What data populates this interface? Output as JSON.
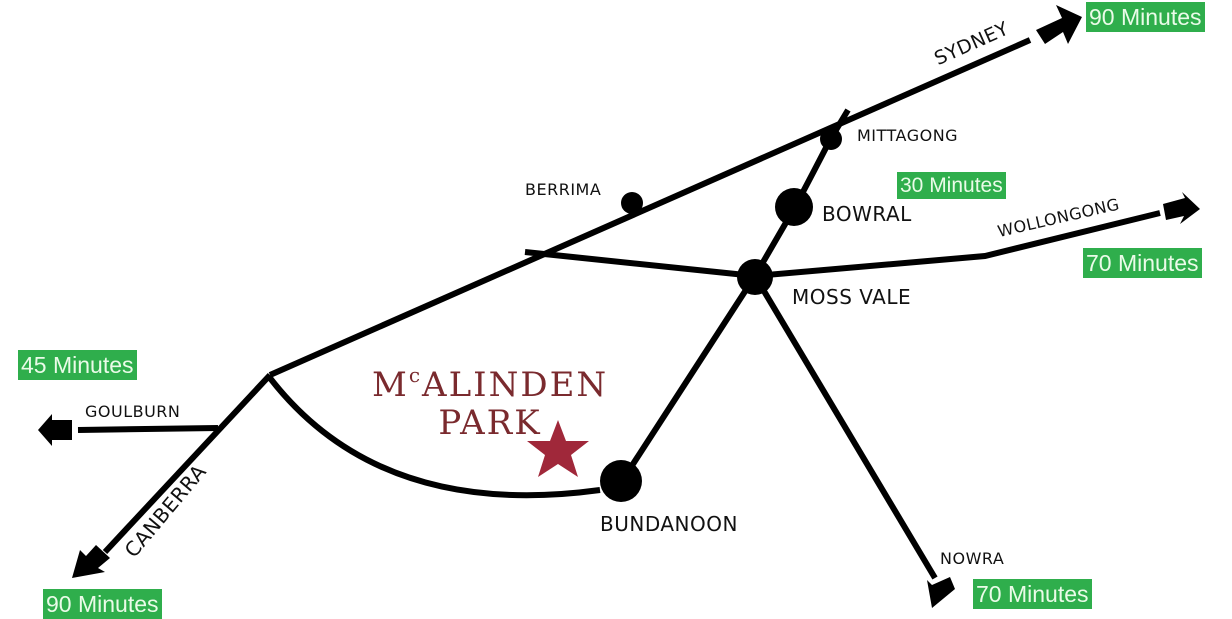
{
  "brand": {
    "line1_prefix": "M",
    "line1_super": "c",
    "line1_rest": "ALINDEN",
    "line2": "PARK",
    "color": "#7a2a2e",
    "marker": "star-icon"
  },
  "towns": {
    "berrima": "BERRIMA",
    "mittagong": "MITTAGONG",
    "bowral": "BOWRAL",
    "moss_vale": "MOSS VALE",
    "bundanoon": "BUNDANOON"
  },
  "destinations": {
    "sydney": {
      "label": "SYDNEY",
      "time": "90 Minutes"
    },
    "wollongong": {
      "label": "WOLLONGONG",
      "time": "70 Minutes"
    },
    "nowra": {
      "label": "NOWRA",
      "time": "70 Minutes"
    },
    "goulburn": {
      "label": "GOULBURN",
      "time": "45 Minutes"
    },
    "canberra": {
      "label": "CANBERRA",
      "time": "90 Minutes"
    },
    "bowral": {
      "time": "30 Minutes"
    }
  },
  "colors": {
    "badge": "#2fae4c",
    "road": "#000000",
    "star": "#a0283a"
  }
}
